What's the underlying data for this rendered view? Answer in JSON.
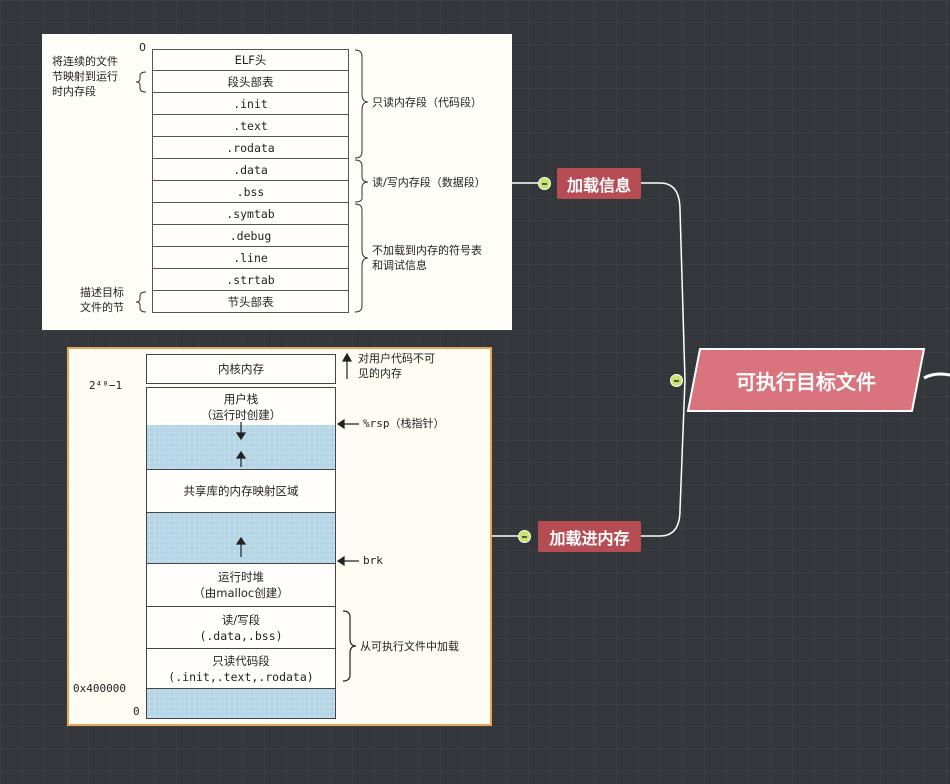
{
  "mindmap": {
    "root": "可执行目标文件",
    "branch1": "加载信息",
    "branch2": "加载进内存"
  },
  "elf": {
    "zero": "0",
    "sections": [
      "ELF头",
      "段头部表",
      ".init",
      ".text",
      ".rodata",
      ".data",
      ".bss",
      ".symtab",
      ".debug",
      ".line",
      ".strtab",
      "节头部表"
    ],
    "left_top": [
      "将连续的文件",
      "节映射到运行",
      "时内存段"
    ],
    "left_bottom": [
      "描述目标",
      "文件的节"
    ],
    "right_ro": "只读内存段（代码段）",
    "right_rw": "读/写内存段（数据段）",
    "right_nl": [
      "不加载到内存的符号表",
      "和调试信息"
    ]
  },
  "mem": {
    "kernel": "内核内存",
    "kernel_note": [
      "对用户代码不可",
      "见的内存"
    ],
    "addr_top": "2⁴⁸−1",
    "stack": [
      "用户栈",
      "（运行时创建）"
    ],
    "rsp": "%rsp（栈指针）",
    "shared": "共享库的内存映射区域",
    "brk": "brk",
    "heap": [
      "运行时堆",
      "（由malloc创建）"
    ],
    "rw": [
      "读/写段",
      "(.data,.bss)"
    ],
    "ro": [
      "只读代码段",
      "(.init,.text,.rodata)"
    ],
    "load_note": "从可执行文件中加载",
    "addr_400000": "0x400000",
    "addr_zero": "0"
  }
}
